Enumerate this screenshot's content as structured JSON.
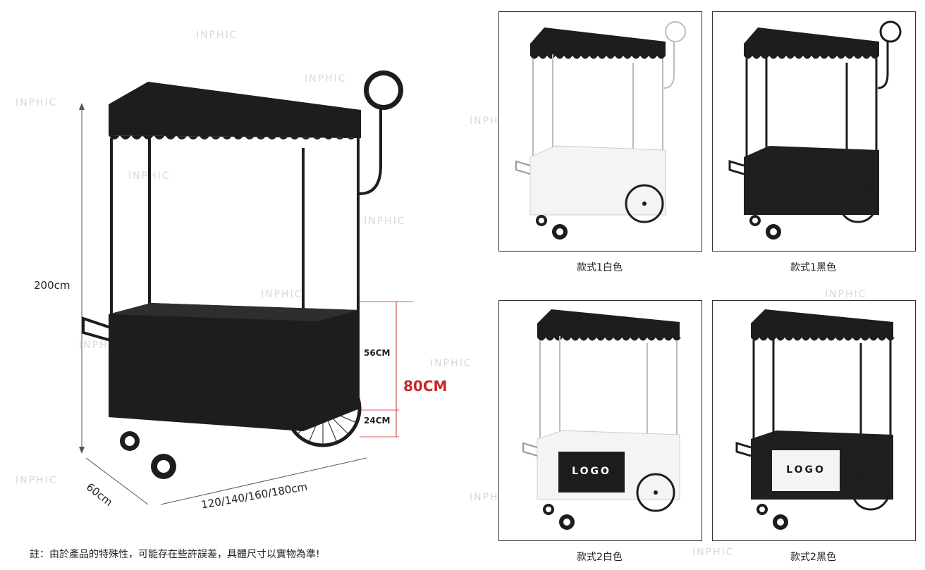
{
  "watermark": "INPHIC",
  "dimensions": {
    "height": "200cm",
    "depth": "60cm",
    "width": "120/140/160/180cm",
    "upper_section": "56CM",
    "lower_section": "24CM",
    "counter_height": "80CM"
  },
  "variants": [
    {
      "caption": "款式1白色",
      "body_color": "#f4f4f4",
      "logo": ""
    },
    {
      "caption": "款式1黑色",
      "body_color": "#1f1f1f",
      "logo": ""
    },
    {
      "caption": "款式2白色",
      "body_color": "#f4f4f4",
      "logo": "LOGO"
    },
    {
      "caption": "款式2黑色",
      "body_color": "#1f1f1f",
      "logo": "LOGO"
    }
  ],
  "note": "註：由於產品的特殊性，可能存在些許誤差，具體尺寸以實物為準!",
  "colors": {
    "dimension_accent": "#c62828",
    "cart_black": "#1f1f1f"
  }
}
